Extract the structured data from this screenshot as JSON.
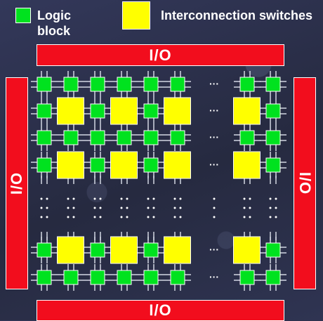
{
  "legend": {
    "logic_block_label_line1": "Logic",
    "logic_block_label_line2": "block",
    "switch_label": "Interconnection switches"
  },
  "io": {
    "top_label": "I/O",
    "bottom_label": "I/O",
    "left_label": "I/O",
    "right_label": "I/O"
  },
  "ellipsis": "···",
  "colors": {
    "logic_block": "#00e21f",
    "switch": "#ffff00",
    "io_bar": "#f20d1d",
    "wire": "#dfe3ee",
    "background": "#2b2f45"
  },
  "icons": {
    "logic_block": "green-square-icon",
    "switch": "yellow-square-icon"
  }
}
